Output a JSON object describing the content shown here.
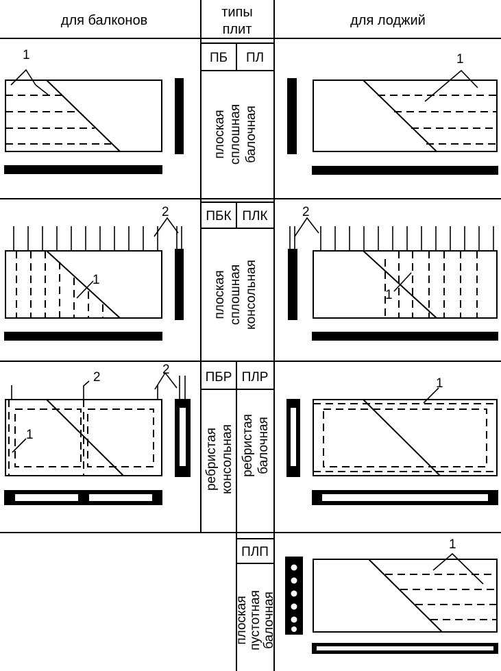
{
  "header": {
    "balconies": "для балконов",
    "types_line1": "типы",
    "types_line2": "плит",
    "loggias": "для лоджий"
  },
  "rows": [
    {
      "codes": [
        "ПБ",
        "ПЛ"
      ],
      "desc": [
        "плоская",
        "сплошная",
        "балочная"
      ]
    },
    {
      "codes": [
        "ПБК",
        "ПЛК"
      ],
      "desc": [
        "плоская",
        "сплошная",
        "консольная"
      ]
    },
    {
      "codes": [
        "ПБР",
        "ПЛР"
      ],
      "desc_left": [
        "ребристая",
        "консольная"
      ],
      "desc_right": [
        "ребристая",
        "балочная"
      ]
    },
    {
      "codes": [
        "ПЛП"
      ],
      "desc": [
        "плоская",
        "пустотная",
        "балочная"
      ]
    }
  ],
  "callouts": {
    "one": "1",
    "two": "2"
  }
}
